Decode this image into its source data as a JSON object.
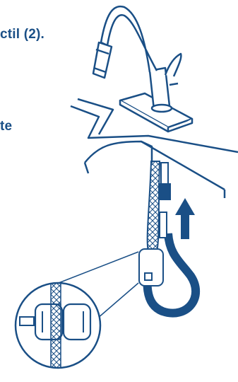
{
  "fragments": [
    "ctil (2).",
    "te"
  ],
  "colors": {
    "line": "#1a4f86",
    "text": "#1a4f86",
    "background": "#ffffff"
  },
  "icons": [
    "faucet",
    "sink-edge",
    "hose-weight",
    "up-arrow",
    "detail-magnifier-circle"
  ]
}
